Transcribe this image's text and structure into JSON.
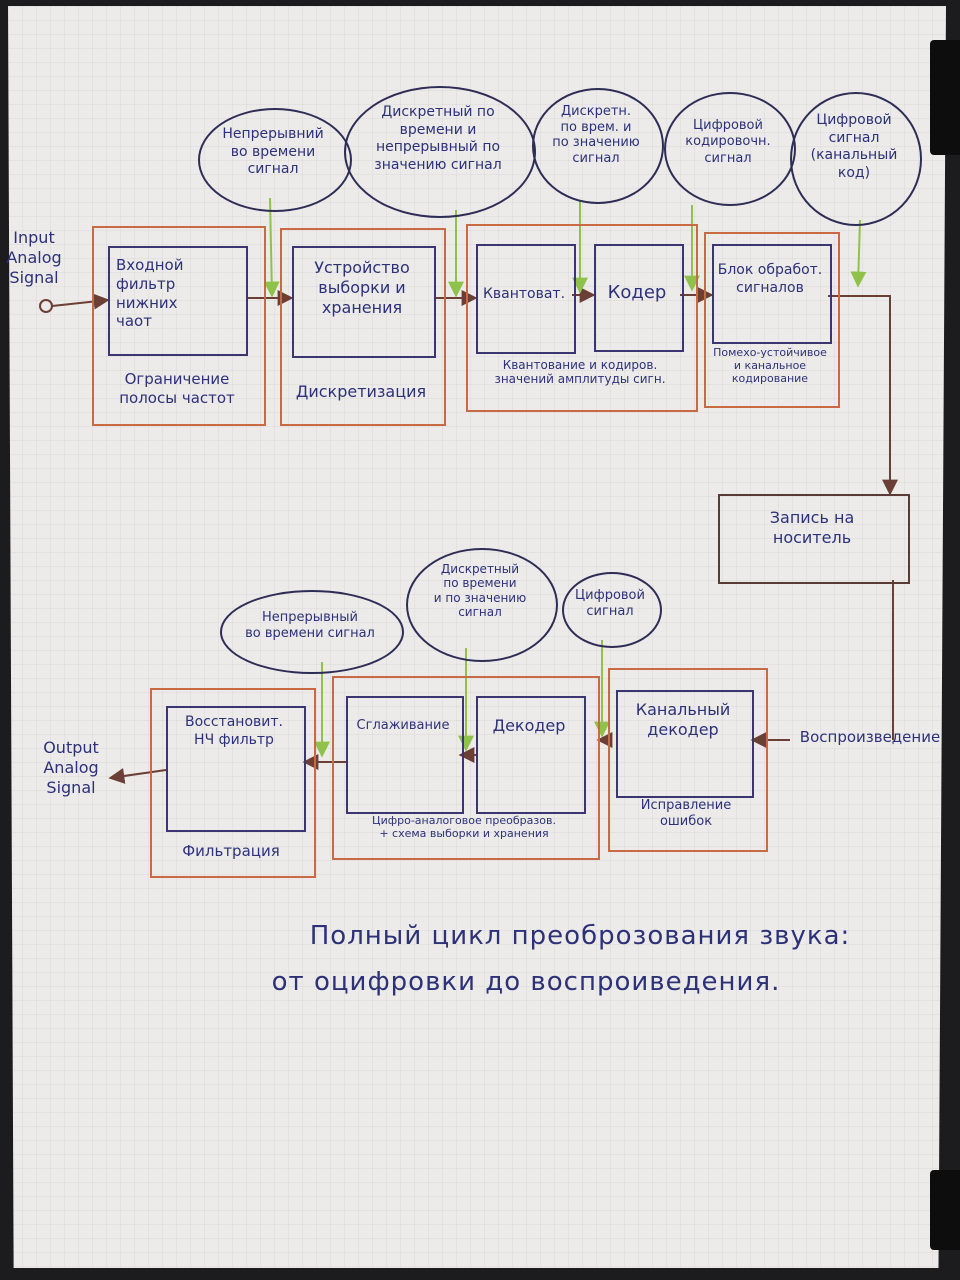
{
  "title": {
    "line1": "Полный цикл преоброзования звука:",
    "line2": "от оцифровки до воспроиведения."
  },
  "io": {
    "input": "Input\nAnalog\nSignal",
    "output": "Output\nAnalog\nSignal"
  },
  "encode_bubbles": {
    "b1": "Непрерывний\nво времени\nсигнал",
    "b2": "Дискретный по\nвремени и\nнепрерывный по\nзначению сигнал",
    "b3": "Дискретн.\nпо врем. и\nпо значению\nсигнал",
    "b4": "Цифровой\nкодировочн.\nсигнал",
    "b5": "Цифровой\nсигнал\n(канальный\nкод)"
  },
  "encode_blocks": {
    "filter": "Входной\nфильтр\nнижних\nчаот",
    "filter_caption": "Ограничение\nполосы частот",
    "sample_hold": "Устройство\nвыборки и\nхранения",
    "sample_caption": "Дискретизация",
    "quantizer": "Квантоват.",
    "coder": "Кодер",
    "quant_caption": "Квантование и кодиров.\nзначений амплитуды сигн.",
    "signal_block": "Блок обработ.\nсигналов",
    "signal_caption": "Помехо-устойчивое\nи канальное\nкодирование"
  },
  "storage": {
    "record": "Запись на\nноситель",
    "playback": "Воспроизведение"
  },
  "decode_bubbles": {
    "d1": "Непрерывный\nво времени сигнал",
    "d2": "Дискретный\nпо времени\nи по значению\nсигнал",
    "d3": "Цифровой\nсигнал"
  },
  "decode_blocks": {
    "channel_decoder": "Канальный\nдекодер",
    "channel_caption": "Исправление\nошибок",
    "decoder": "Декодер",
    "smoothing": "Сглаживание",
    "dac_caption": "Цифро-аналоговое преобразов.\n+ схема выборки и хранения",
    "restore_filter": "Восстановит.\nНЧ фильтр",
    "filter_caption": "Фильтрация"
  },
  "colors": {
    "paper": "#ecebea",
    "ink": "#2d3178",
    "outer_box": "#c86a44",
    "inner_box": "#3b3672",
    "signal_line": "#6b3f36",
    "guide_arrow": "#8fc24a"
  }
}
